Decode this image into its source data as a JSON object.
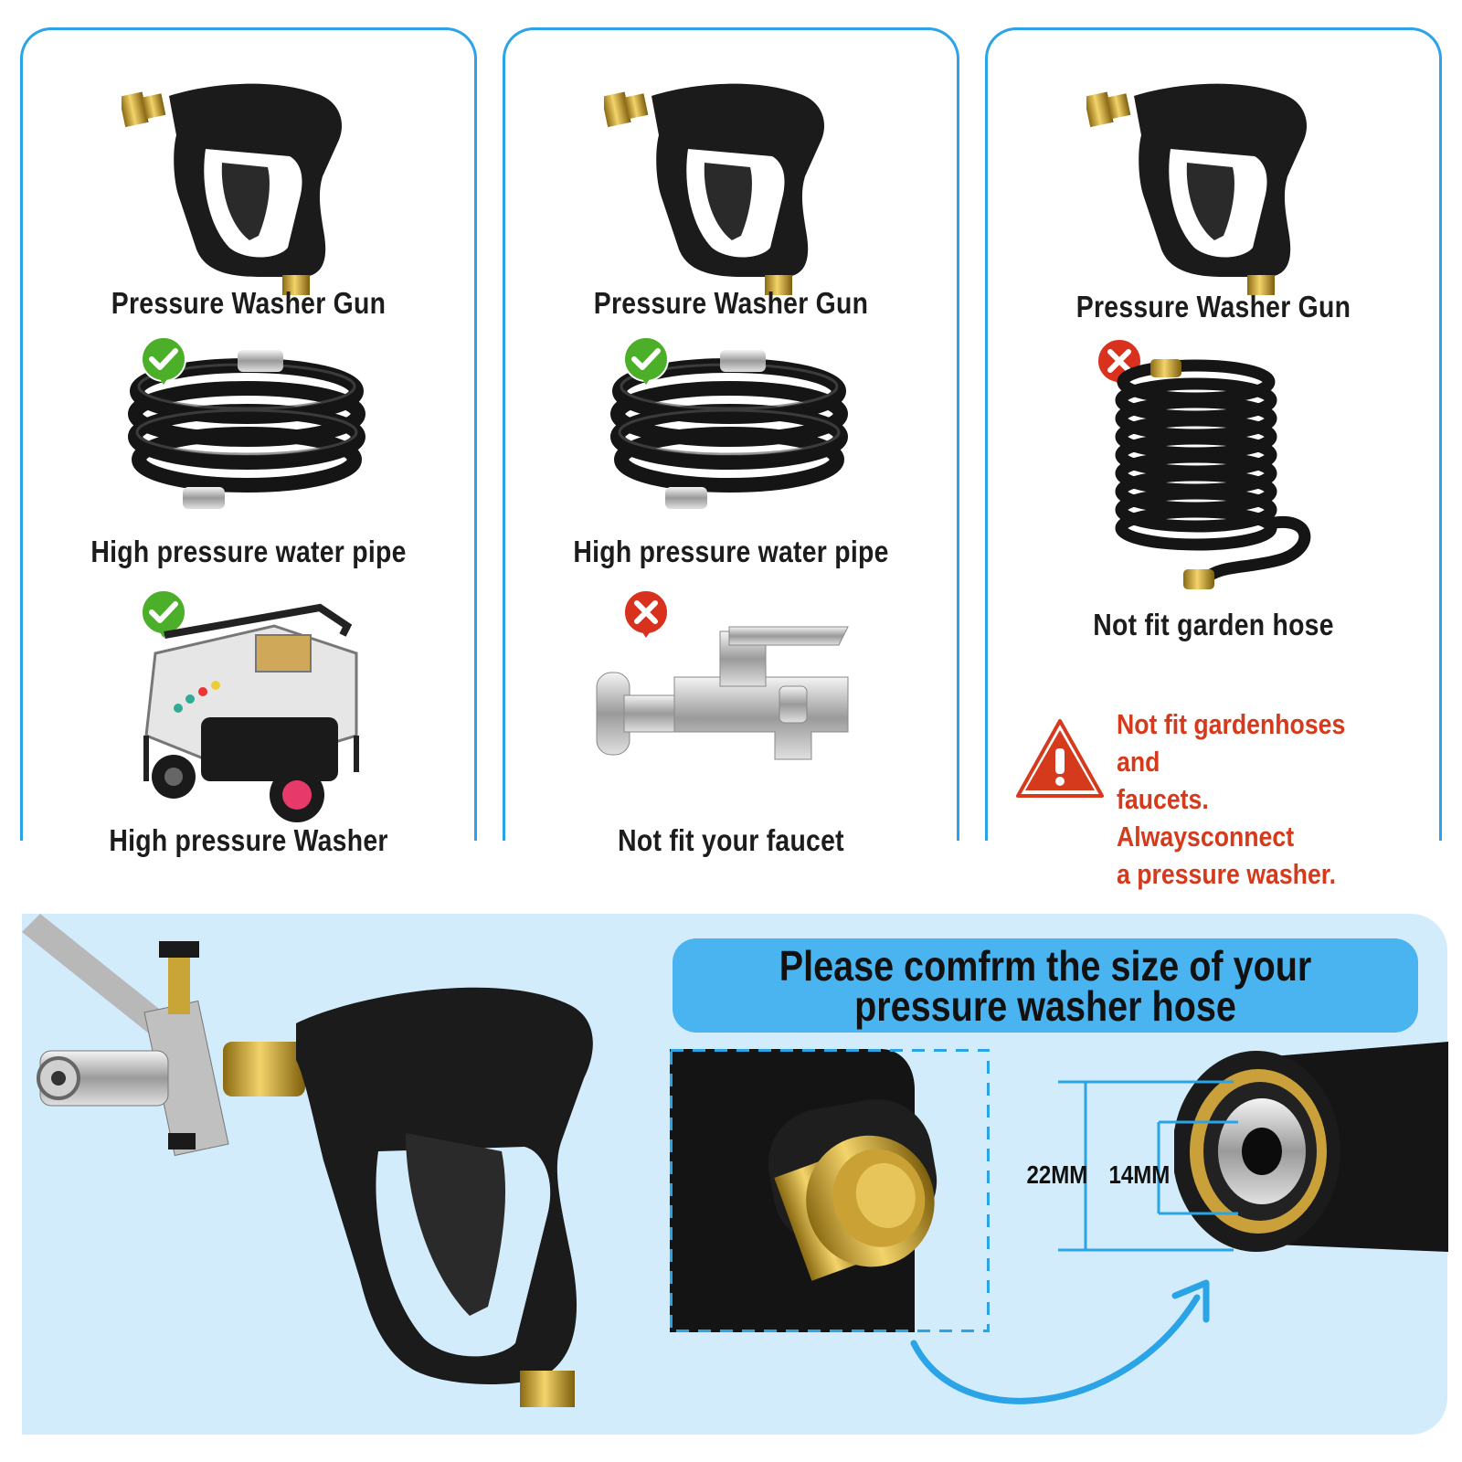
{
  "panels": [
    {
      "gun_label": "Pressure Washer Gun",
      "item1_label": "High pressure water pipe",
      "item1_status": "check",
      "item2_label": "High pressure Washer",
      "item2_status": "check"
    },
    {
      "gun_label": "Pressure Washer Gun",
      "item1_label": "High pressure water pipe",
      "item1_status": "check",
      "item2_label": "Not fit your faucet",
      "item2_status": "cross"
    },
    {
      "gun_label": "Pressure Washer Gun",
      "item1_label": "Not fit garden hose",
      "item1_status": "cross",
      "warning_lines": [
        "Not fit gardenhoses and",
        "faucets. Alwaysconnect",
        "a pressure washer."
      ]
    }
  ],
  "bottom": {
    "banner_lines": [
      "Please comfrm the size of your",
      "pressure washer hose"
    ],
    "outer_diameter": "22MM",
    "inner_diameter": "14MM"
  },
  "colors": {
    "panel_border": "#2aa4e6",
    "check_green": "#4caf2a",
    "cross_red": "#d8321f",
    "warning_text": "#d63a1c",
    "banner_bg": "#4ab4f1",
    "bottom_bg": "#d3ecfb"
  },
  "icons": [
    "check-badge-icon",
    "cross-badge-icon",
    "warning-triangle-icon",
    "curved-arrow-icon"
  ]
}
